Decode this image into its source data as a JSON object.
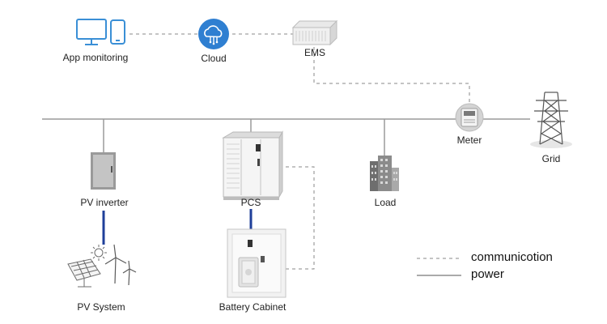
{
  "nodes": {
    "app_monitoring": "App monitoring",
    "cloud": "Cloud",
    "ems": "EMS",
    "meter": "Meter",
    "grid": "Grid",
    "pv_inverter": "PV inverter",
    "pcs": "PCS",
    "load": "Load",
    "pv_system": "PV System",
    "battery_cabinet": "Battery Cabinet"
  },
  "legend": {
    "communication": "communicotion",
    "power": "power"
  },
  "colors": {
    "power_line": "#9a9a9a",
    "comm_line": "#8a8a8a",
    "dc_link": "#1f3f9a",
    "icon_blue": "#3a8fd6",
    "cloud_fill": "#2f7fd1"
  }
}
